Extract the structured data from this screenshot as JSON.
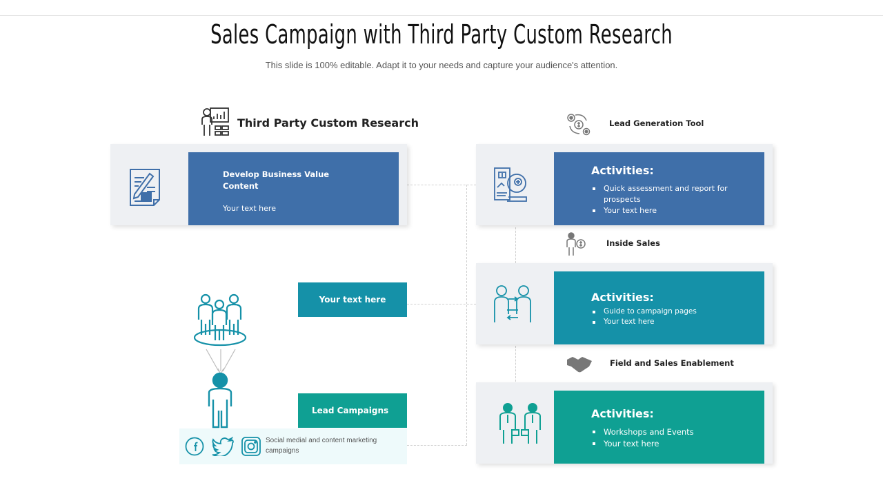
{
  "title": "Sales Campaign with Third Party Custom Research",
  "subtitle": "This slide is 100% editable. Adapt it to your needs and capture your audience's attention.",
  "left": {
    "heading": "Third Party Custom Research",
    "card": {
      "title": "Develop Business Value Content",
      "text": "Your text here"
    },
    "mid_box": "Your text here",
    "lead_box": "Lead Campaigns",
    "social_text": "Social medial and content marketing campaigns"
  },
  "right": {
    "sections": [
      {
        "heading": "Lead Generation Tool",
        "activities_title": "Activities:",
        "bullets": [
          "Quick assessment and report for prospects",
          "Your text here"
        ]
      },
      {
        "heading": "Inside Sales",
        "activities_title": "Activities:",
        "bullets": [
          "Guide to campaign pages",
          "Your text here"
        ]
      },
      {
        "heading": "Field and Sales Enablement",
        "activities_title": "Activities:",
        "bullets": [
          "Workshops and Events",
          "Your text here"
        ]
      }
    ]
  },
  "colors": {
    "blue": "#3f6fa9",
    "teal1": "#1591a8",
    "teal2": "#0fa093",
    "icon_teal": "#1591a8",
    "icon_blue": "#3f6fa9"
  }
}
